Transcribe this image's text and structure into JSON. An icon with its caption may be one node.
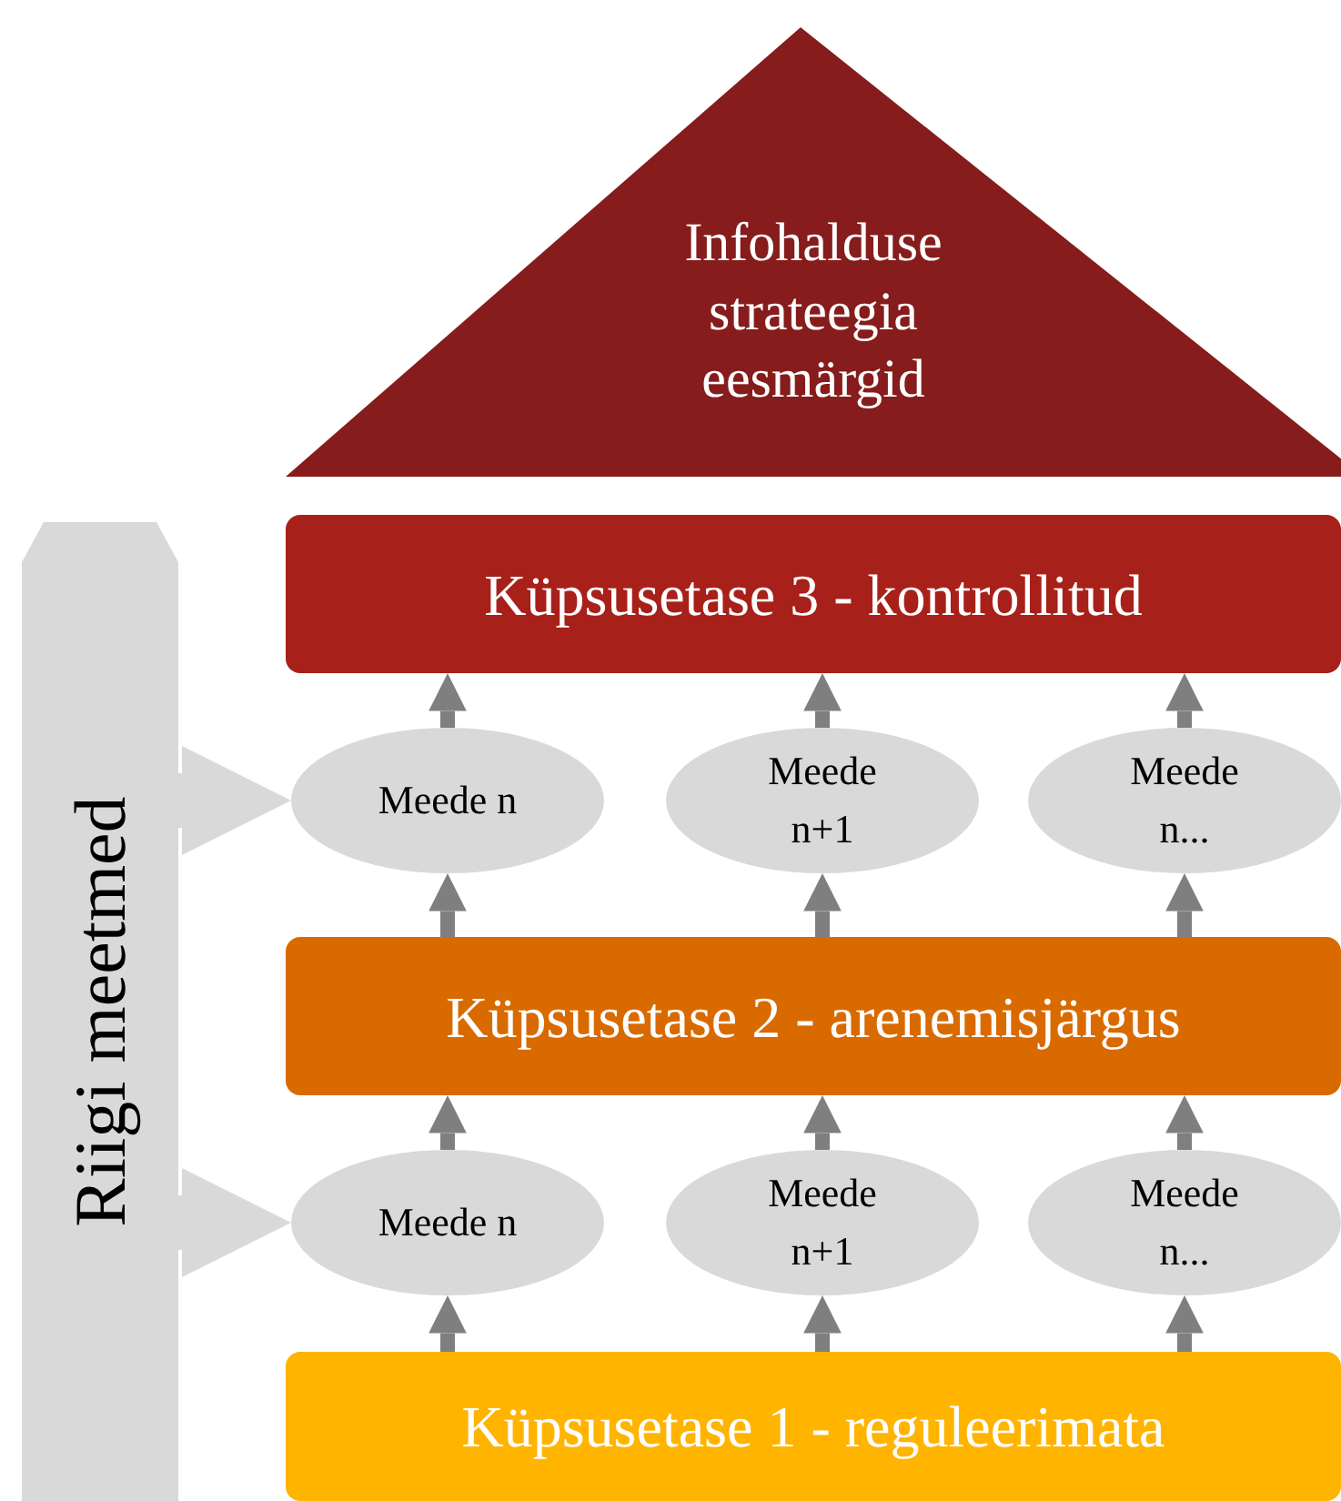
{
  "diagram": {
    "nodes": [
      {
        "text": [
          "Infohalduse strateegia eesmärgid"
        ]
      },
      {
        "text": [
          "Küpsusetase 3 - kontrollitud"
        ]
      },
      {
        "text": [
          "Meede n"
        ]
      },
      {
        "text": [
          "Meede n+1"
        ]
      },
      {
        "text": [
          "Meede n..."
        ]
      },
      {
        "text": [
          "Küpsusetase 2 - arenemisjärgus"
        ]
      },
      {
        "text": [
          "Meede n"
        ]
      },
      {
        "text": [
          "Meede n+1"
        ]
      },
      {
        "text": [
          "Meede n..."
        ]
      },
      {
        "text": [
          "Küpsusetase 1 - reguleerimata"
        ]
      },
      {
        "text": [
          "Riigi meetmed"
        ]
      }
    ],
    "edges": [
      {
        "from": 2,
        "to": 1,
        "arrow": "to"
      },
      {
        "from": 3,
        "to": 1,
        "arrow": "to"
      },
      {
        "from": 4,
        "to": 1,
        "arrow": "to"
      },
      {
        "from": 5,
        "to": 2,
        "arrow": "to"
      },
      {
        "from": 5,
        "to": 3,
        "arrow": "to"
      },
      {
        "from": 5,
        "to": 4,
        "arrow": "to"
      },
      {
        "from": 6,
        "to": 5,
        "arrow": "to"
      },
      {
        "from": 7,
        "to": 5,
        "arrow": "to"
      },
      {
        "from": 8,
        "to": 5,
        "arrow": "to"
      },
      {
        "from": 9,
        "to": 6,
        "arrow": "to"
      },
      {
        "from": 9,
        "to": 7,
        "arrow": "to"
      },
      {
        "from": 9,
        "to": 8,
        "arrow": "to"
      },
      {
        "from": 10,
        "to": 2,
        "arrow": "to",
        "style": "thick",
        "color": "#d9d9d9"
      },
      {
        "from": 10,
        "to": 6,
        "arrow": "to",
        "style": "thick",
        "color": "#d9d9d9"
      }
    ]
  }
}
